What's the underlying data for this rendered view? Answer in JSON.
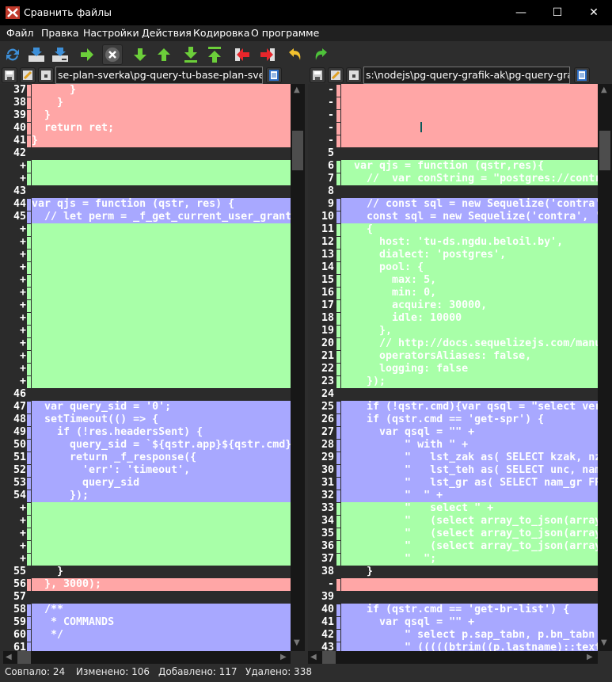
{
  "window": {
    "title": "Сравнить файлы",
    "minimize": "—",
    "maximize": "☐",
    "close": "✕"
  },
  "menu": [
    "Файл",
    "Правка",
    "Настройки",
    "Действия",
    "Кодировка",
    "О программе"
  ],
  "toolbar": [
    "refresh-icon",
    "open-left-icon",
    "open-right-icon",
    "compare-icon",
    "stop-icon",
    "next-diff-icon",
    "prev-diff-icon",
    "last-diff-icon",
    "first-diff-icon",
    "copy-to-left-icon",
    "copy-to-right-icon",
    "undo-icon",
    "redo-icon"
  ],
  "left": {
    "path": "se-plan-sverka\\pg-query-tu-base-plan-sverka.js"
  },
  "right": {
    "path": "s:\\nodejs\\pg-query-grafik-ak\\pg-query-grafik-ak"
  },
  "colors": {
    "deleted": "#ffa6a6",
    "added": "#a8ffa8",
    "changed": "#a8a8ff",
    "equal": "#2b2b2b"
  },
  "left_rows": [
    {
      "n": "37",
      "t": "del",
      "c": "      }"
    },
    {
      "n": "38",
      "t": "del",
      "c": "    }"
    },
    {
      "n": "39",
      "t": "del",
      "c": "  }"
    },
    {
      "n": "40",
      "t": "del",
      "c": "  return ret;"
    },
    {
      "n": "41",
      "t": "del",
      "c": "}"
    },
    {
      "n": "42",
      "t": "eq",
      "c": ""
    },
    {
      "n": "+",
      "t": "add",
      "c": ""
    },
    {
      "n": "+",
      "t": "add",
      "c": ""
    },
    {
      "n": "43",
      "t": "eq",
      "c": ""
    },
    {
      "n": "44",
      "t": "chg",
      "c": "var qjs = function (qstr, res) {"
    },
    {
      "n": "45",
      "t": "chg",
      "c": "  // let perm = _f_get_current_user_grant"
    },
    {
      "n": "+",
      "t": "add",
      "c": ""
    },
    {
      "n": "+",
      "t": "add",
      "c": ""
    },
    {
      "n": "+",
      "t": "add",
      "c": ""
    },
    {
      "n": "+",
      "t": "add",
      "c": ""
    },
    {
      "n": "+",
      "t": "add",
      "c": ""
    },
    {
      "n": "+",
      "t": "add",
      "c": ""
    },
    {
      "n": "+",
      "t": "add",
      "c": ""
    },
    {
      "n": "+",
      "t": "add",
      "c": ""
    },
    {
      "n": "+",
      "t": "add",
      "c": ""
    },
    {
      "n": "+",
      "t": "add",
      "c": ""
    },
    {
      "n": "+",
      "t": "add",
      "c": ""
    },
    {
      "n": "+",
      "t": "add",
      "c": ""
    },
    {
      "n": "+",
      "t": "add",
      "c": ""
    },
    {
      "n": "46",
      "t": "eq",
      "c": ""
    },
    {
      "n": "47",
      "t": "chg",
      "c": "  var query_sid = '0';"
    },
    {
      "n": "48",
      "t": "chg",
      "c": "  setTimeout(() => {"
    },
    {
      "n": "49",
      "t": "chg",
      "c": "    if (!res.headersSent) {"
    },
    {
      "n": "50",
      "t": "chg",
      "c": "      query_sid = `${qstr.app}${qstr.cmd}"
    },
    {
      "n": "51",
      "t": "chg",
      "c": "      return _f_response({"
    },
    {
      "n": "52",
      "t": "chg",
      "c": "        'err': 'timeout',"
    },
    {
      "n": "53",
      "t": "chg",
      "c": "        query_sid"
    },
    {
      "n": "54",
      "t": "chg",
      "c": "      });"
    },
    {
      "n": "+",
      "t": "add",
      "c": ""
    },
    {
      "n": "+",
      "t": "add",
      "c": ""
    },
    {
      "n": "+",
      "t": "add",
      "c": ""
    },
    {
      "n": "+",
      "t": "add",
      "c": ""
    },
    {
      "n": "+",
      "t": "add",
      "c": ""
    },
    {
      "n": "55",
      "t": "eq",
      "c": "    }"
    },
    {
      "n": "56",
      "t": "del",
      "c": "  }, 3000);"
    },
    {
      "n": "57",
      "t": "eq",
      "c": ""
    },
    {
      "n": "58",
      "t": "chg",
      "c": "  /**"
    },
    {
      "n": "59",
      "t": "chg",
      "c": "   * COMMANDS"
    },
    {
      "n": "60",
      "t": "chg",
      "c": "   */"
    },
    {
      "n": "61",
      "t": "chg",
      "c": ""
    }
  ],
  "right_rows": [
    {
      "n": "-",
      "t": "del",
      "c": ""
    },
    {
      "n": "-",
      "t": "del",
      "c": ""
    },
    {
      "n": "-",
      "t": "del",
      "c": ""
    },
    {
      "n": "-",
      "t": "del",
      "c": ""
    },
    {
      "n": "-",
      "t": "del",
      "c": ""
    },
    {
      "n": "5",
      "t": "eq",
      "c": ""
    },
    {
      "n": "6",
      "t": "add",
      "c": "  var qjs = function (qstr,res){"
    },
    {
      "n": "7",
      "t": "add",
      "c": "    //  var conString = \"postgres://contr"
    },
    {
      "n": "8",
      "t": "eq",
      "c": ""
    },
    {
      "n": "9",
      "t": "chg",
      "c": "    // const sql = new Sequelize('contra'"
    },
    {
      "n": "10",
      "t": "chg",
      "c": "    const sql = new Sequelize('contra', '"
    },
    {
      "n": "11",
      "t": "add",
      "c": "    {"
    },
    {
      "n": "12",
      "t": "add",
      "c": "      host: 'tu-ds.ngdu.beloil.by',"
    },
    {
      "n": "13",
      "t": "add",
      "c": "      dialect: 'postgres',"
    },
    {
      "n": "14",
      "t": "add",
      "c": "      pool: {"
    },
    {
      "n": "15",
      "t": "add",
      "c": "        max: 5,"
    },
    {
      "n": "16",
      "t": "add",
      "c": "        min: 0,"
    },
    {
      "n": "17",
      "t": "add",
      "c": "        acquire: 30000,"
    },
    {
      "n": "18",
      "t": "add",
      "c": "        idle: 10000"
    },
    {
      "n": "19",
      "t": "add",
      "c": "      },"
    },
    {
      "n": "20",
      "t": "add",
      "c": "      // http://docs.sequelizejs.com/manu"
    },
    {
      "n": "21",
      "t": "add",
      "c": "      operatorsAliases: false,"
    },
    {
      "n": "22",
      "t": "add",
      "c": "      logging: false"
    },
    {
      "n": "23",
      "t": "add",
      "c": "    });"
    },
    {
      "n": "24",
      "t": "eq",
      "c": ""
    },
    {
      "n": "25",
      "t": "chg",
      "c": "    if (!qstr.cmd){var qsql = \"select ver"
    },
    {
      "n": "26",
      "t": "chg",
      "c": "    if (qstr.cmd == 'get-spr') {"
    },
    {
      "n": "27",
      "t": "chg",
      "c": "      var qsql = \"\" +"
    },
    {
      "n": "28",
      "t": "chg",
      "c": "          \" with \" +"
    },
    {
      "n": "29",
      "t": "chg",
      "c": "          \"   lst_zak as( SELECT kzak, nz"
    },
    {
      "n": "30",
      "t": "chg",
      "c": "          \"   lst_teh as( SELECT unc, nam"
    },
    {
      "n": "31",
      "t": "chg",
      "c": "          \"   lst_gr as( SELECT nam_gr FR"
    },
    {
      "n": "32",
      "t": "chg",
      "c": "          \"  \" +"
    },
    {
      "n": "33",
      "t": "add",
      "c": "          \"   select \" +"
    },
    {
      "n": "34",
      "t": "add",
      "c": "          \"   (select array_to_json(array"
    },
    {
      "n": "35",
      "t": "add",
      "c": "          \"   (select array_to_json(array"
    },
    {
      "n": "36",
      "t": "add",
      "c": "          \"   (select array_to_json(array"
    },
    {
      "n": "37",
      "t": "add",
      "c": "          \"  \";"
    },
    {
      "n": "38",
      "t": "eq",
      "c": "    }"
    },
    {
      "n": "-",
      "t": "del",
      "c": ""
    },
    {
      "n": "39",
      "t": "eq",
      "c": ""
    },
    {
      "n": "40",
      "t": "chg",
      "c": "    if (qstr.cmd == 'get-br-list') {"
    },
    {
      "n": "41",
      "t": "chg",
      "c": "      var qsql = \"\" +"
    },
    {
      "n": "42",
      "t": "chg",
      "c": "          \" select p.sap_tabn, p.bn_tabn"
    },
    {
      "n": "43",
      "t": "chg",
      "c": "          \" (((((btrim((p.lastname)::text"
    }
  ],
  "status": {
    "matched": "Совпало: 24",
    "changed": "Изменено: 106",
    "added": "Добавлено: 117",
    "deleted": "Удалено: 338"
  }
}
